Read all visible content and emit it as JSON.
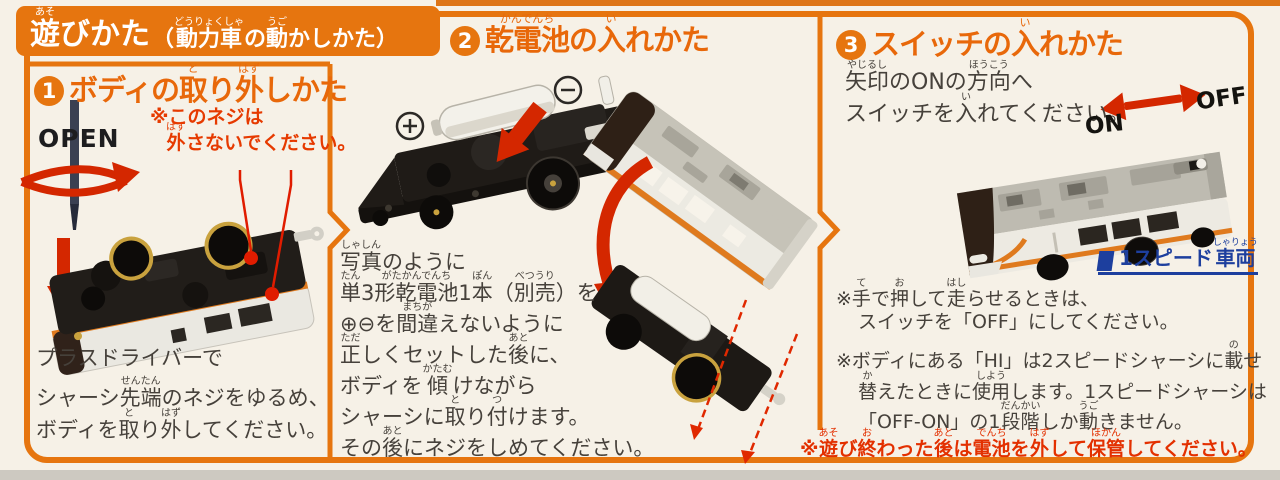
{
  "colors": {
    "accent_orange": "#e6750f",
    "title_orange": "#e8680a",
    "warning_red": "#e63a00",
    "arrow_red": "#d42700",
    "text_dark": "#46413b",
    "label_blue": "#1d3f9e",
    "background_cream": "#f6f1e7"
  },
  "banner": {
    "main": [
      {
        "t": "遊",
        "r": "あそ"
      },
      {
        "t": "びかた"
      }
    ],
    "sub": [
      {
        "t": "（"
      },
      {
        "t": "動力車",
        "r": "どうりょくしゃ"
      },
      {
        "t": "の"
      },
      {
        "t": "動",
        "r": "うご"
      },
      {
        "t": "かしかた）"
      }
    ]
  },
  "sections": {
    "s1": {
      "num": "1",
      "title": [
        {
          "t": "ボディの"
        },
        {
          "t": "取",
          "r": "と"
        },
        {
          "t": "り"
        },
        {
          "t": "外",
          "r": "はず"
        },
        {
          "t": "しかた"
        }
      ],
      "open_label": "OPEN",
      "warning": [
        [
          {
            "t": "※このネジは"
          }
        ],
        [
          {
            "t": "外",
            "r": "はず"
          },
          {
            "t": "さないでください。"
          }
        ]
      ],
      "body": [
        [
          {
            "t": "プラスドライバーで"
          }
        ],
        [
          {
            "t": "シャーシ"
          },
          {
            "t": "先端",
            "r": "せんたん"
          },
          {
            "t": "のネジをゆるめ、"
          }
        ],
        [
          {
            "t": "ボディを"
          },
          {
            "t": "取",
            "r": "と"
          },
          {
            "t": "り"
          },
          {
            "t": "外",
            "r": "はず"
          },
          {
            "t": "してください。"
          }
        ]
      ]
    },
    "s2": {
      "num": "2",
      "title": [
        {
          "t": "乾電池",
          "r": "かんでんち"
        },
        {
          "t": "の"
        },
        {
          "t": "入",
          "r": "い"
        },
        {
          "t": "れかた"
        }
      ],
      "body": [
        [
          {
            "t": "写真",
            "r": "しゃしん"
          },
          {
            "t": "のように"
          }
        ],
        [
          {
            "t": "単",
            "r": "たん"
          },
          {
            "t": "3"
          },
          {
            "t": "形乾電池",
            "r": "がたかんでんち"
          },
          {
            "t": "1"
          },
          {
            "t": "本",
            "r": "ぽん"
          },
          {
            "t": "（"
          },
          {
            "t": "別売",
            "r": "べつうり"
          },
          {
            "t": "）を"
          }
        ],
        [
          {
            "t": "⊕⊖を"
          },
          {
            "t": "間違",
            "r": "まちが"
          },
          {
            "t": "えないように"
          }
        ],
        [
          {
            "t": "正",
            "r": "ただ"
          },
          {
            "t": "しくセットした"
          },
          {
            "t": "後",
            "r": "あと"
          },
          {
            "t": "に、"
          }
        ],
        [
          {
            "t": "ボディを"
          },
          {
            "t": "傾",
            "r": "かたむ"
          },
          {
            "t": "けながら"
          }
        ],
        [
          {
            "t": "シャーシに"
          },
          {
            "t": "取",
            "r": "と"
          },
          {
            "t": "り"
          },
          {
            "t": "付",
            "r": "つ"
          },
          {
            "t": "けます。"
          }
        ],
        [
          {
            "t": "その"
          },
          {
            "t": "後",
            "r": "あと"
          },
          {
            "t": "にネジをしめてください。"
          }
        ]
      ]
    },
    "s3": {
      "num": "3",
      "title": [
        {
          "t": "スイッチの"
        },
        {
          "t": "入",
          "r": "い"
        },
        {
          "t": "れかた"
        }
      ],
      "intro": [
        [
          {
            "t": "矢印",
            "r": "やじるし"
          },
          {
            "t": "のONの"
          },
          {
            "t": "方向",
            "r": "ほうこう"
          },
          {
            "t": "へ"
          }
        ],
        [
          {
            "t": "スイッチを"
          },
          {
            "t": "入",
            "r": "い"
          },
          {
            "t": "れてください。"
          }
        ]
      ],
      "switch_on": "ON",
      "switch_off": "OFF",
      "notes": [
        [
          {
            "t": "※"
          },
          {
            "t": "手",
            "r": "て"
          },
          {
            "t": "で"
          },
          {
            "t": "押",
            "r": "お"
          },
          {
            "t": "して"
          },
          {
            "t": "走",
            "r": "はし"
          },
          {
            "t": "らせるときは、"
          }
        ],
        [
          {
            "t": "スイッチを「OFF」にしてください。"
          }
        ],
        [
          {
            "t": "※ボディにある「HI」は2スピードシャーシに"
          },
          {
            "t": "載",
            "r": "の"
          },
          {
            "t": "せ"
          }
        ],
        [
          {
            "t": "替",
            "r": "か"
          },
          {
            "t": "えたときに"
          },
          {
            "t": "使用",
            "r": "しよう"
          },
          {
            "t": "します。1スピードシャーシは"
          }
        ],
        [
          {
            "t": "「OFF-ON」の1"
          },
          {
            "t": "段階",
            "r": "だんかい"
          },
          {
            "t": "しか"
          },
          {
            "t": "動",
            "r": "うご"
          },
          {
            "t": "きません。"
          }
        ]
      ],
      "warning": [
        {
          "t": "※"
        },
        {
          "t": "遊",
          "r": "あそ"
        },
        {
          "t": "び"
        },
        {
          "t": "終",
          "r": "お"
        },
        {
          "t": "わった"
        },
        {
          "t": "後",
          "r": "あと"
        },
        {
          "t": "は"
        },
        {
          "t": "電池",
          "r": "でんち"
        },
        {
          "t": "を"
        },
        {
          "t": "外",
          "r": "はず"
        },
        {
          "t": "して"
        },
        {
          "t": "保管",
          "r": "ほかん"
        },
        {
          "t": "してください。"
        }
      ],
      "vehicle_label": [
        {
          "t": "1スピード"
        },
        {
          "t": "車両",
          "r": "しゃりょう"
        }
      ]
    }
  }
}
